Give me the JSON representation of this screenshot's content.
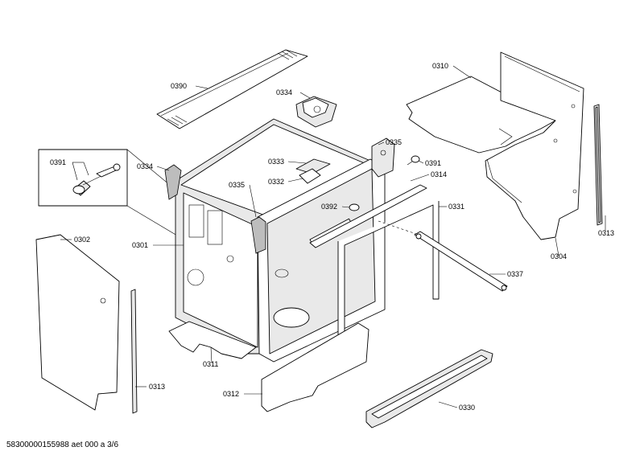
{
  "labels": {
    "p0390": "0390",
    "p0334_top": "0334",
    "p0310": "0310",
    "p0391_box": "0391",
    "p0334_left": "0334",
    "p0333": "0333",
    "p0335_right": "0335",
    "p0391_right": "0391",
    "p0314": "0314",
    "p0332": "0332",
    "p0335_left": "0335",
    "p0392": "0392",
    "p0331": "0331",
    "p0313_right": "0313",
    "p0302": "0302",
    "p0301": "0301",
    "p0304": "0304",
    "p0337": "0337",
    "p0311": "0311",
    "p0313_left": "0313",
    "p0312": "0312",
    "p0330": "0330"
  },
  "footer": "58300000155988 aet 000 a 3/6"
}
